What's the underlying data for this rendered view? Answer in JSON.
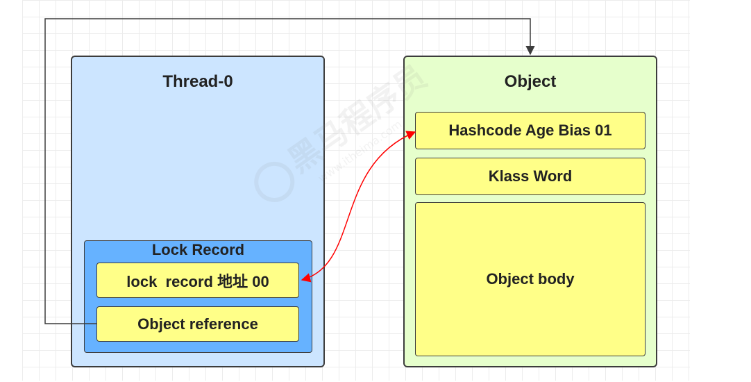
{
  "thread": {
    "title": "Thread-0",
    "lock_record": {
      "title": "Lock Record",
      "address": "lock  record 地址 00",
      "object_reference": "Object reference"
    }
  },
  "object": {
    "title": "Object",
    "mark_word": "Hashcode Age Bias 01",
    "klass_word": "Klass Word",
    "body": "Object body"
  },
  "watermark": {
    "text": "黑马程序员",
    "url": "www.itheima.com"
  },
  "colors": {
    "thread_panel": "#cce5ff",
    "object_panel": "#e6ffcc",
    "lock_record_panel": "#66b2ff",
    "field": "#ffff88",
    "reference_arrow": "#3c3c3c",
    "cas_arrow": "#ff0000"
  }
}
